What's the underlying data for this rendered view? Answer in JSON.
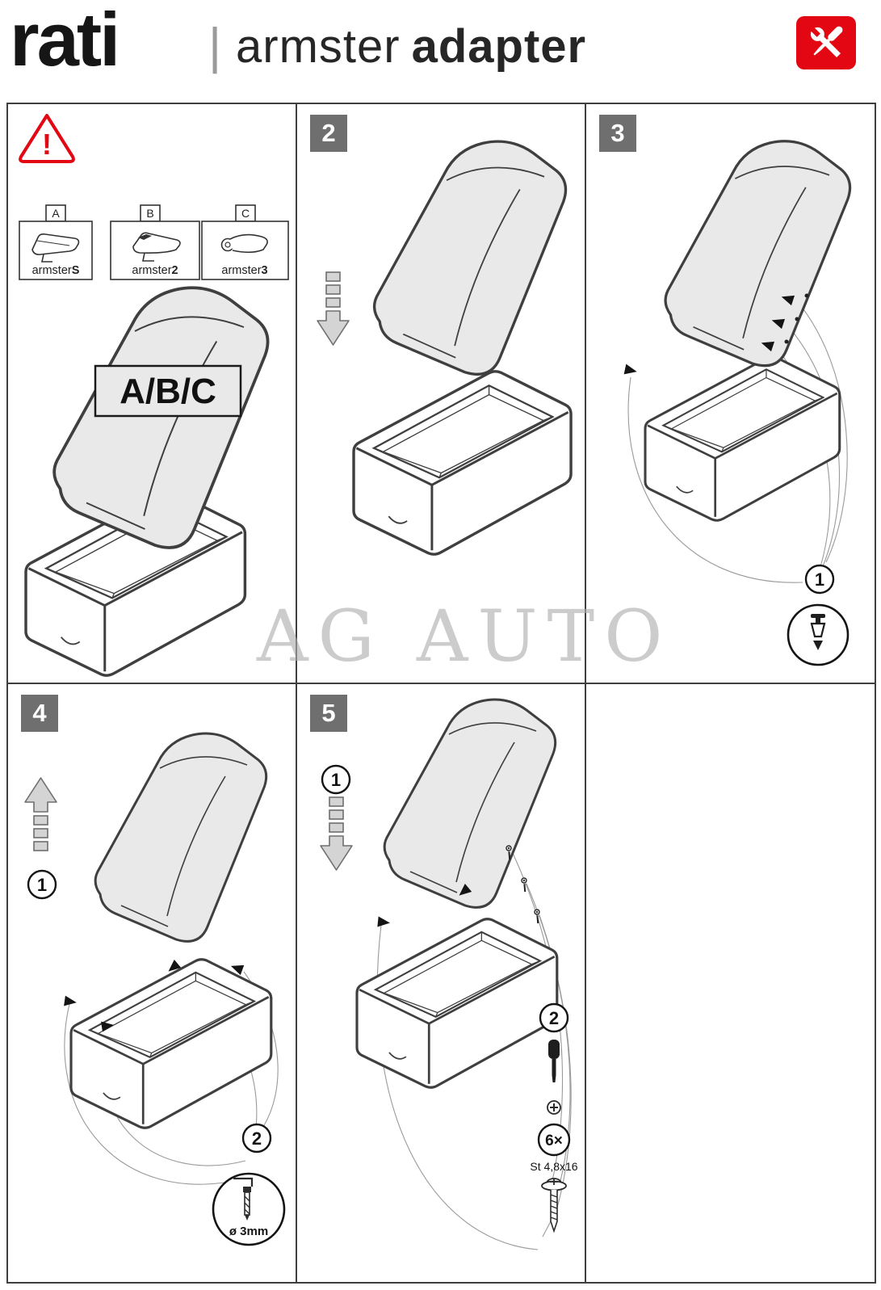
{
  "header": {
    "logo_text": "rati",
    "separator": "|",
    "title_regular": "armster",
    "title_bold": "adapter"
  },
  "watermark": "AG AUTO",
  "icons": {
    "header_badge": "wrench-screwdriver-icon",
    "warning": "warning-triangle-icon",
    "step2_arrow": "down-arrow-icon",
    "step3_tool": "rivet-clip-icon",
    "step4_arrow": "up-arrow-icon",
    "step4_tool": "drill-bit-icon",
    "step5_arrow": "down-arrow-icon",
    "step5_tools": [
      "screwdriver-icon",
      "phillips-screw-icon",
      "washer-screw-icon"
    ]
  },
  "colors": {
    "accent_red": "#e30613",
    "tile_gray": "#6f6f6f",
    "lid_gray": "#e9e9e9",
    "line_dark": "#3f3f3f",
    "watermark_gray": "#aeaeae"
  },
  "panels": {
    "warning": {
      "exclamation": "!",
      "variants": [
        {
          "tab": "A",
          "name": "armster",
          "suffix": "S"
        },
        {
          "tab": "B",
          "name": "armster",
          "suffix": "2"
        },
        {
          "tab": "C",
          "name": "armster",
          "suffix": "3"
        }
      ],
      "label": "A/B/C"
    },
    "step2": {
      "number": "2"
    },
    "step3": {
      "number": "3",
      "badge_fastener": "1"
    },
    "step4": {
      "number": "4",
      "badge_lift": "1",
      "badge_drill": "2",
      "drill_spec": "ø 3mm"
    },
    "step5": {
      "number": "5",
      "badge_place": "1",
      "badge_screw": "2",
      "screw_count": "6×",
      "screw_spec": "St 4,8x16"
    }
  }
}
